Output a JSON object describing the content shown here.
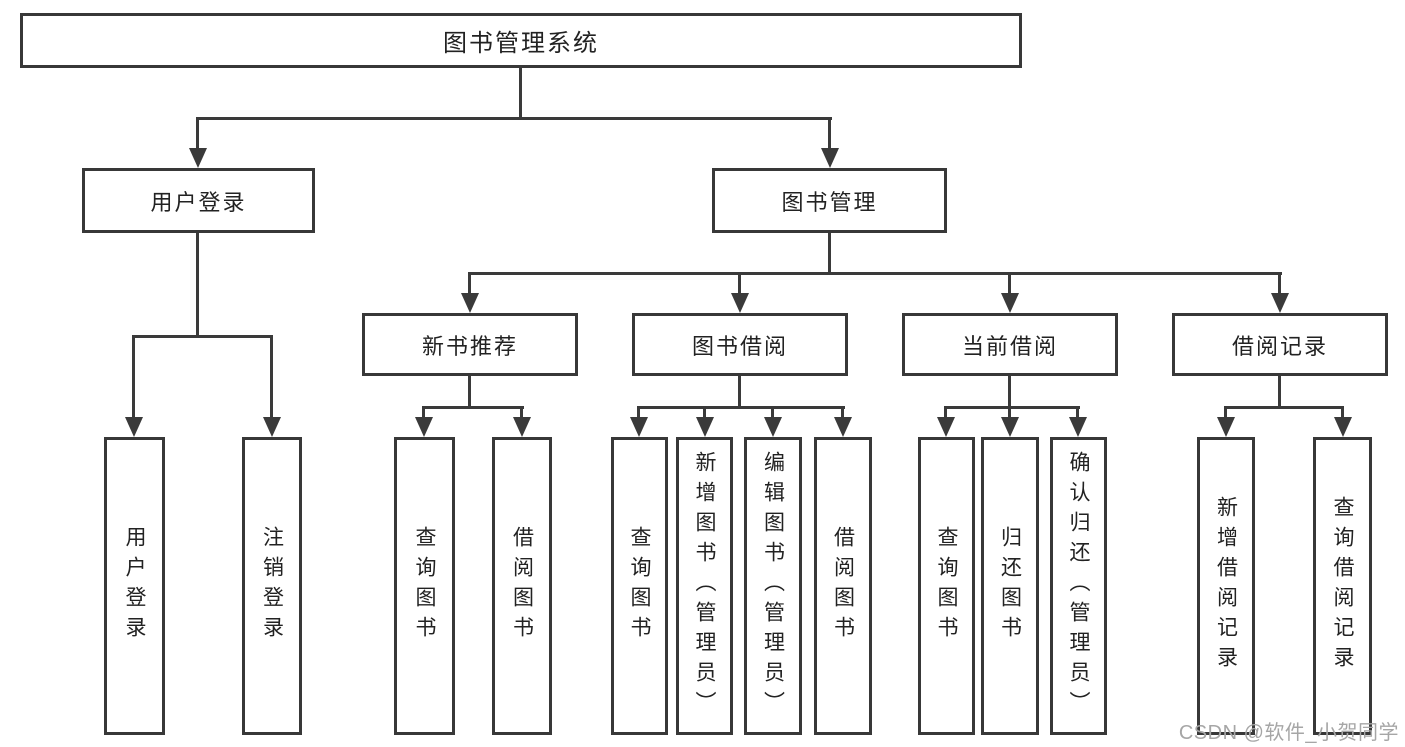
{
  "diagram_title": "图书管理系统",
  "nodes": {
    "root": {
      "label": "图书管理系统"
    },
    "level2": [
      {
        "label": "用户登录"
      },
      {
        "label": "图书管理"
      }
    ],
    "level3": [
      {
        "label": "新书推荐",
        "parent": "图书管理"
      },
      {
        "label": "图书借阅",
        "parent": "图书管理"
      },
      {
        "label": "当前借阅",
        "parent": "图书管理"
      },
      {
        "label": "借阅记录",
        "parent": "图书管理"
      }
    ],
    "leaves": [
      {
        "label": "用户登录",
        "parent": "用户登录"
      },
      {
        "label": "注销登录",
        "parent": "用户登录"
      },
      {
        "label": "查询图书",
        "parent": "新书推荐"
      },
      {
        "label": "借阅图书",
        "parent": "新书推荐"
      },
      {
        "label": "查询图书",
        "parent": "图书借阅"
      },
      {
        "label": "新增图书（管理员）",
        "parent": "图书借阅"
      },
      {
        "label": "编辑图书（管理员）",
        "parent": "图书借阅"
      },
      {
        "label": "借阅图书",
        "parent": "图书借阅"
      },
      {
        "label": "查询图书",
        "parent": "当前借阅"
      },
      {
        "label": "归还图书",
        "parent": "当前借阅"
      },
      {
        "label": "确认归还（管理员）",
        "parent": "当前借阅"
      },
      {
        "label": "新增借阅记录",
        "parent": "借阅记录"
      },
      {
        "label": "查询借阅记录",
        "parent": "借阅记录"
      }
    ]
  },
  "watermark": "CSDN @软件_小贺同学",
  "colors": {
    "line": "#3a3a3a",
    "border": "#383838",
    "text": "#222222",
    "watermark": "#a6a6a6",
    "background": "#ffffff"
  }
}
